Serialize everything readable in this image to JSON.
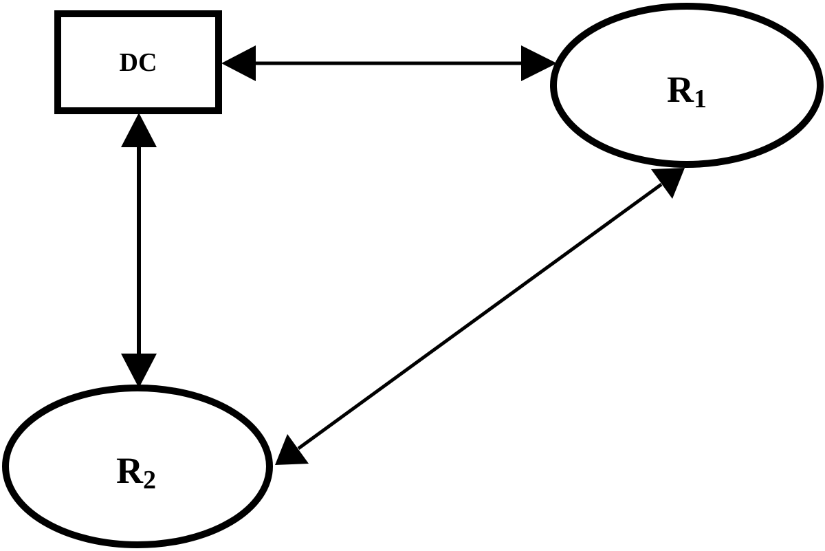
{
  "diagram": {
    "nodes": {
      "dc": {
        "label": "DC",
        "shape": "rectangle"
      },
      "r1": {
        "label_main": "R",
        "label_sub": "1",
        "shape": "ellipse"
      },
      "r2": {
        "label_main": "R",
        "label_sub": "2",
        "shape": "ellipse"
      }
    },
    "edges": [
      {
        "from": "dc",
        "to": "r1",
        "direction": "bidirectional"
      },
      {
        "from": "dc",
        "to": "r2",
        "direction": "bidirectional"
      },
      {
        "from": "r1",
        "to": "r2",
        "direction": "bidirectional"
      }
    ],
    "colors": {
      "stroke": "#000000",
      "background": "#ffffff"
    }
  }
}
